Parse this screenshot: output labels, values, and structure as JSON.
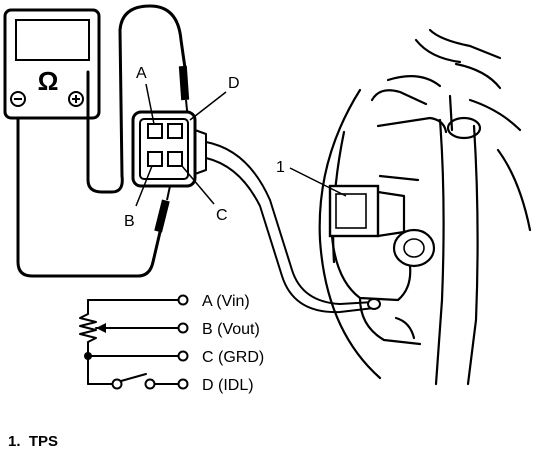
{
  "meter": {
    "symbol": "Ω",
    "minus": "⊖",
    "plus": "⊕"
  },
  "connector_labels": {
    "a": "A",
    "b": "B",
    "c": "C",
    "d": "D"
  },
  "callout": "1",
  "circuit_labels": [
    "A (Vin)",
    "B (Vout)",
    "C (GRD)",
    "D (IDL)"
  ],
  "caption": "1.  TPS"
}
